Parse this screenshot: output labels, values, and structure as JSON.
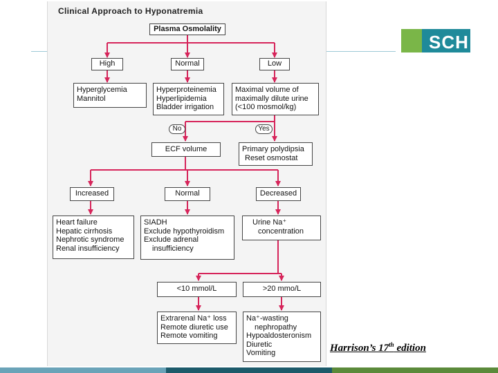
{
  "title": "Clinical Approach to Hyponatremia",
  "logo_text": "SCH",
  "caption": {
    "text": "Harrison’s 17",
    "sup": "th",
    "tail": " edition"
  },
  "nodes": {
    "plasma_osmolality": "Plasma Osmolality",
    "high": "High",
    "normal_osm": "Normal",
    "low": "Low",
    "high_causes": [
      "Hyperglycemia",
      "Mannitol"
    ],
    "normal_causes": [
      "Hyperproteinemia",
      "Hyperlipidemia",
      "Bladder irrigation"
    ],
    "low_detail": [
      "Maximal volume of",
      "maximally dilute urine",
      "(<100 mosmol/kg)"
    ],
    "no": "No",
    "yes": "Yes",
    "ecf_volume": "ECF volume",
    "primary_polydipsia": [
      "Primary polydipsia",
      "Reset osmostat"
    ],
    "increased": "Increased",
    "normal_ecf": "Normal",
    "decreased": "Decreased",
    "increased_causes": [
      "Heart failure",
      "Hepatic cirrhosis",
      "Nephrotic syndrome",
      "Renal insufficiency"
    ],
    "normal_ecf_causes": [
      "SIADH",
      "Exclude hypothyroidism",
      "Exclude adrenal",
      "insufficiency"
    ],
    "urine_na": [
      "Urine Na⁺",
      "concentration"
    ],
    "lt10": "<10 mmol/L",
    "gt20": ">20 mmo/L",
    "lt10_causes": [
      "Extrarenal Na⁺ loss",
      "Remote diuretic use",
      "Remote vomiting"
    ],
    "gt20_causes": [
      "Na⁺-wasting",
      "nephropathy",
      "Hypoaldosteronism",
      "Diuretic",
      "Vomiting"
    ]
  },
  "colors": {
    "connector": "#d6245a",
    "box_border": "#444444",
    "logo_green": "#7ab648",
    "logo_teal": "#1f8a9a"
  }
}
